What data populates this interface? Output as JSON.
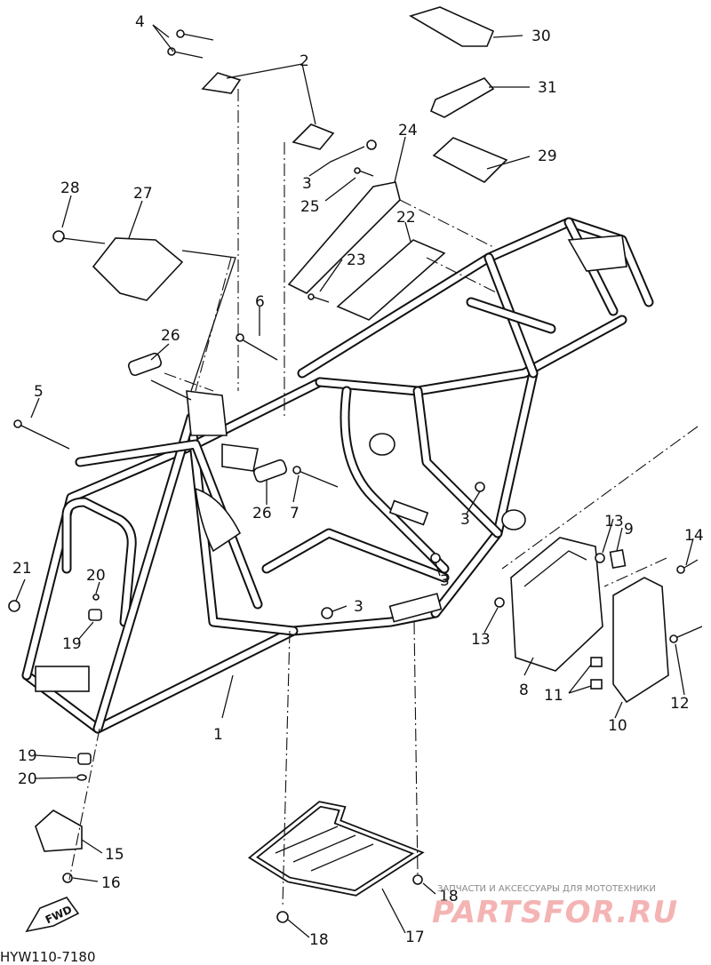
{
  "diagram": {
    "part_code": "HYW110-7180",
    "fwd_label": "FWD",
    "labels": {
      "p1": "1",
      "p2": "2",
      "p3a": "3",
      "p3b": "3",
      "p3c": "3",
      "p3d": "3",
      "p4": "4",
      "p5": "5",
      "p6": "6",
      "p7": "7",
      "p8": "8",
      "p9": "9",
      "p10": "10",
      "p11": "11",
      "p12": "12",
      "p13a": "13",
      "p13b": "13",
      "p14": "14",
      "p15": "15",
      "p16": "16",
      "p17": "17",
      "p18a": "18",
      "p18b": "18",
      "p19a": "19",
      "p19b": "19",
      "p20a": "20",
      "p20b": "20",
      "p21": "21",
      "p22": "22",
      "p23": "23",
      "p24": "24",
      "p25": "25",
      "p26a": "26",
      "p26b": "26",
      "p27": "27",
      "p28": "28",
      "p29": "29",
      "p30": "30",
      "p31": "31"
    }
  },
  "watermark": {
    "tagline": "ЗАПЧАСТИ И АКСЕССУАРЫ ДЛЯ МОТОТЕХНИКИ",
    "brand": "PARTSFOR.RU"
  }
}
